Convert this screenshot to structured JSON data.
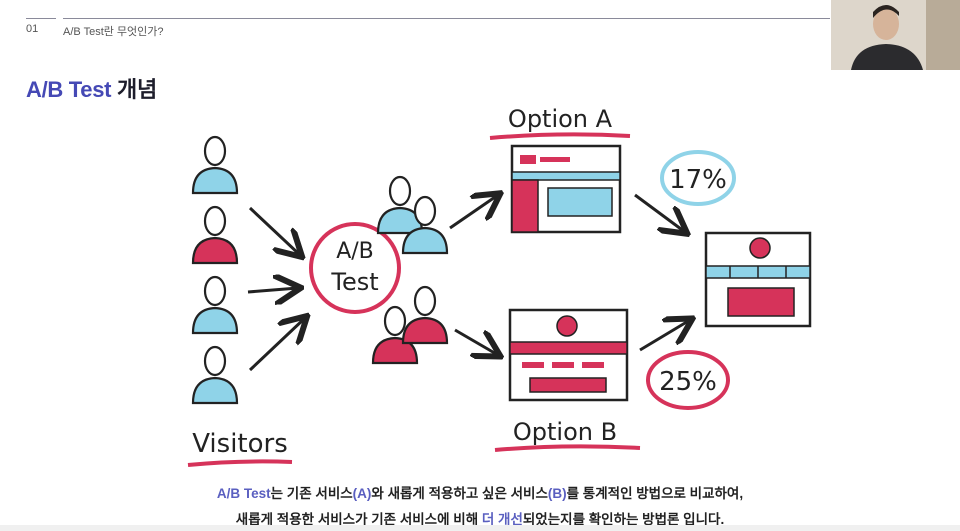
{
  "header": {
    "section_number": "01",
    "breadcrumb": "A/B Test란 무엇인가?"
  },
  "title": {
    "highlight": "A/B Test",
    "rest": " 개념"
  },
  "illustration": {
    "center_label_line1": "A/B",
    "center_label_line2": "Test",
    "option_a_label": "Option A",
    "option_b_label": "Option B",
    "visitors_label": "Visitors",
    "option_a_rate": "17%",
    "option_b_rate": "25%"
  },
  "caption": {
    "line1_highlight": "A/B Test",
    "line1_part1": "는 기존 서비스",
    "line1_a": "(A)",
    "line1_part2": "와 새롭게 적용하고 싶은 서비스",
    "line1_b": "(B)",
    "line1_part3": "를 통계적인 방법으로 비교하여,",
    "line2_part1": "새롭게 적용한 서비스가 기존 서비스에 비해 ",
    "line2_highlight": "더 개선",
    "line2_part2": "되었는지를 확인하는 방법론 입니다."
  },
  "colors": {
    "accent": "#4549b5",
    "red": "#d6335a",
    "blue": "#8fd3e8"
  }
}
